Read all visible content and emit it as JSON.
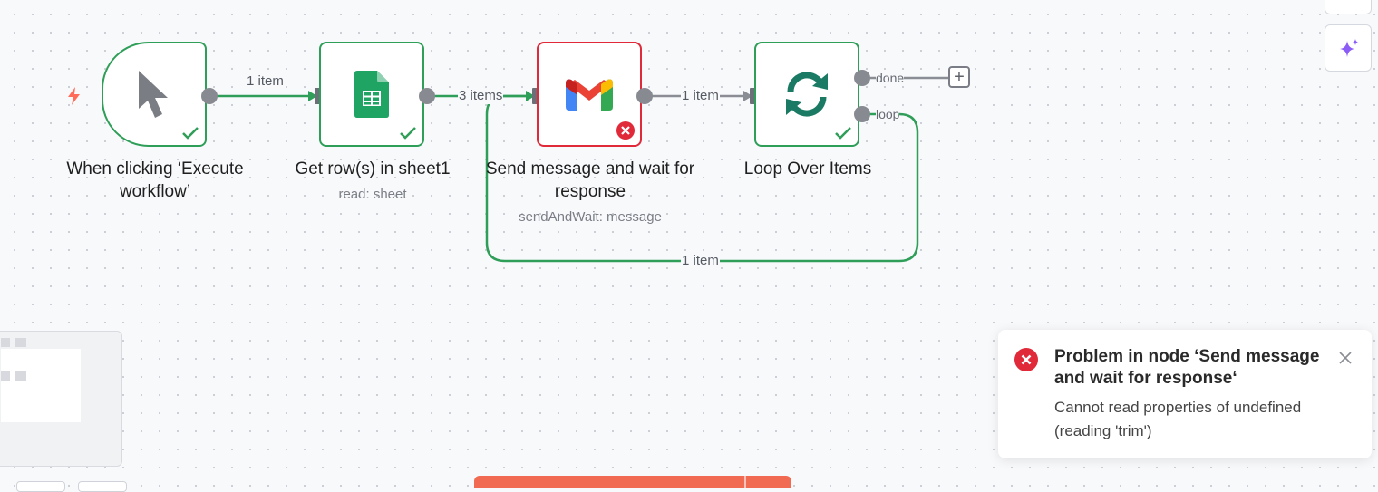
{
  "nodes": {
    "trigger": {
      "title": "When clicking ‘Execute workflow’",
      "icon": "cursor-icon",
      "status": "success"
    },
    "sheet": {
      "title": "Get row(s) in sheet1",
      "subtitle": "read: sheet",
      "icon": "google-sheets-icon",
      "status": "success"
    },
    "gmail": {
      "title": "Send message and wait for response",
      "subtitle": "sendAndWait: message",
      "icon": "gmail-icon",
      "status": "error"
    },
    "loop": {
      "title": "Loop Over Items",
      "icon": "loop-icon",
      "status": "success",
      "outputs": {
        "done": "done",
        "loop": "loop"
      }
    }
  },
  "edges": {
    "trigger_to_sheet": "1 item",
    "sheet_to_gmail": "3 items",
    "gmail_to_loop": "1 item",
    "loop_back": "1 item"
  },
  "toast": {
    "title": "Problem in node ‘Send message and wait for response‘",
    "message": "Cannot read properties of undefined (reading 'trim')"
  },
  "colors": {
    "success": "#2e9e58",
    "error": "#e02a3a",
    "accent": "#ff6d5a",
    "ai": "#8b5cf6"
  }
}
